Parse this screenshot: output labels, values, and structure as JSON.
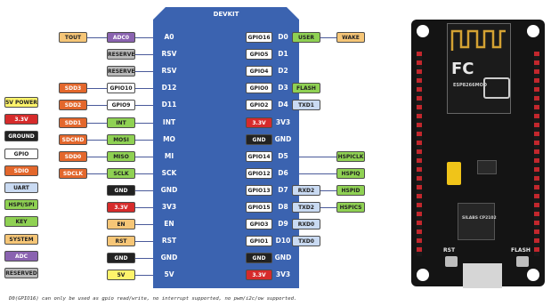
{
  "colors": {
    "white": "#ffffff",
    "yellow": "#fef36b",
    "gray": "#b9b9b9",
    "red": "#d62b2b",
    "black": "#222222",
    "navy": "#0f1c4d",
    "orange": "#e3672c",
    "mauve": "#c9909e",
    "green": "#8fd153",
    "gold": "#f6c677",
    "purple": "#8a63b0",
    "ltblue": "#c9daf2",
    "board": "#3b63b0"
  },
  "board": {
    "title": "DEVKIT",
    "left_pins": [
      "A0",
      "RSV",
      "RSV",
      "D12",
      "D11",
      "INT",
      "MO",
      "MI",
      "SCK",
      "GND",
      "3V3",
      "EN",
      "RST",
      "GND",
      "5V"
    ],
    "right_pins": [
      "D0",
      "D1",
      "D2",
      "D3",
      "D4",
      "3V3",
      "GND",
      "D5",
      "D6",
      "D7",
      "D8",
      "D9",
      "D10",
      "GND",
      "3V3"
    ]
  },
  "legend": [
    {
      "label": "5V POWER",
      "color": "yellow"
    },
    {
      "label": "3.3V",
      "color": "red"
    },
    {
      "label": "GROUND",
      "color": "black"
    },
    {
      "label": "GPIO",
      "color": "white"
    },
    {
      "label": "SDIO",
      "color": "orange"
    },
    {
      "label": "UART",
      "color": "ltblue"
    },
    {
      "label": "HSPI/SPI",
      "color": "green"
    },
    {
      "label": "KEY",
      "color": "green"
    },
    {
      "label": "SYSTEM",
      "color": "gold"
    },
    {
      "label": "ADC",
      "color": "purple"
    },
    {
      "label": "RESERVED",
      "color": "gray"
    }
  ],
  "left_tags": [
    {
      "row": 0,
      "col": 0,
      "label": "TOUT",
      "color": "gold"
    },
    {
      "row": 0,
      "col": 1,
      "label": "ADC0",
      "color": "purple"
    },
    {
      "row": 1,
      "col": 1,
      "label": "RESERVED",
      "color": "gray"
    },
    {
      "row": 2,
      "col": 1,
      "label": "RESERVED",
      "color": "gray"
    },
    {
      "row": 3,
      "col": 0,
      "label": "SDD3",
      "color": "orange"
    },
    {
      "row": 3,
      "col": 1,
      "label": "GPIO10",
      "color": "white"
    },
    {
      "row": 4,
      "col": 0,
      "label": "SDD2",
      "color": "orange"
    },
    {
      "row": 4,
      "col": 1,
      "label": "GPIO9",
      "color": "white"
    },
    {
      "row": 5,
      "col": 0,
      "label": "SDD1",
      "color": "orange"
    },
    {
      "row": 5,
      "col": 1,
      "label": "INT",
      "color": "green"
    },
    {
      "row": 6,
      "col": 0,
      "label": "SDCMD",
      "color": "orange"
    },
    {
      "row": 6,
      "col": 1,
      "label": "MOSI",
      "color": "green"
    },
    {
      "row": 7,
      "col": 0,
      "label": "SDD0",
      "color": "orange"
    },
    {
      "row": 7,
      "col": 1,
      "label": "MISO",
      "color": "green"
    },
    {
      "row": 8,
      "col": 0,
      "label": "SDCLK",
      "color": "orange"
    },
    {
      "row": 8,
      "col": 1,
      "label": "SCLK",
      "color": "green"
    },
    {
      "row": 9,
      "col": 1,
      "label": "GND",
      "color": "black"
    },
    {
      "row": 10,
      "col": 1,
      "label": "3.3V",
      "color": "red"
    },
    {
      "row": 11,
      "col": 1,
      "label": "EN",
      "color": "gold"
    },
    {
      "row": 12,
      "col": 1,
      "label": "RST",
      "color": "gold"
    },
    {
      "row": 13,
      "col": 1,
      "label": "GND",
      "color": "black"
    },
    {
      "row": 14,
      "col": 1,
      "label": "5V",
      "color": "yellow"
    }
  ],
  "right_tags": [
    {
      "row": 0,
      "col": 0,
      "label": "GPIO16",
      "color": "white"
    },
    {
      "row": 0,
      "col": 1,
      "label": "USER",
      "color": "green"
    },
    {
      "row": 0,
      "col": 2,
      "label": "WAKE",
      "color": "gold"
    },
    {
      "row": 1,
      "col": 0,
      "label": "GPIO5",
      "color": "white"
    },
    {
      "row": 2,
      "col": 0,
      "label": "GPIO4",
      "color": "white"
    },
    {
      "row": 3,
      "col": 0,
      "label": "GPIO0",
      "color": "white"
    },
    {
      "row": 3,
      "col": 1,
      "label": "FLASH",
      "color": "green"
    },
    {
      "row": 4,
      "col": 0,
      "label": "GPIO2",
      "color": "white"
    },
    {
      "row": 4,
      "col": 1,
      "label": "TXD1",
      "color": "ltblue"
    },
    {
      "row": 5,
      "col": 0,
      "label": "3.3V",
      "color": "red"
    },
    {
      "row": 6,
      "col": 0,
      "label": "GND",
      "color": "black"
    },
    {
      "row": 7,
      "col": 0,
      "label": "GPIO14",
      "color": "white"
    },
    {
      "row": 7,
      "col": 2,
      "label": "HSPICLK",
      "color": "green"
    },
    {
      "row": 8,
      "col": 0,
      "label": "GPIO12",
      "color": "white"
    },
    {
      "row": 8,
      "col": 2,
      "label": "HSPIQ",
      "color": "green"
    },
    {
      "row": 9,
      "col": 0,
      "label": "GPIO13",
      "color": "white"
    },
    {
      "row": 9,
      "col": 1,
      "label": "RXD2",
      "color": "ltblue"
    },
    {
      "row": 9,
      "col": 2,
      "label": "HSPID",
      "color": "green"
    },
    {
      "row": 10,
      "col": 0,
      "label": "GPIO15",
      "color": "white"
    },
    {
      "row": 10,
      "col": 1,
      "label": "TXD2",
      "color": "ltblue"
    },
    {
      "row": 10,
      "col": 2,
      "label": "HSPICS",
      "color": "green"
    },
    {
      "row": 11,
      "col": 0,
      "label": "GPIO3",
      "color": "white"
    },
    {
      "row": 11,
      "col": 1,
      "label": "RXD0",
      "color": "ltblue"
    },
    {
      "row": 12,
      "col": 0,
      "label": "GPIO1",
      "color": "white"
    },
    {
      "row": 12,
      "col": 1,
      "label": "TXD0",
      "color": "ltblue"
    },
    {
      "row": 13,
      "col": 0,
      "label": "GND",
      "color": "black"
    },
    {
      "row": 14,
      "col": 0,
      "label": "3.3V",
      "color": "red"
    }
  ],
  "footnote": "D0(GPIO16) can only be used as gpio read/write, no interrupt supported, no pwm/i2c/ow supported.",
  "photo": {
    "brand": "FC",
    "module": "ESP8266MOD",
    "chip": "SILABS CP2102",
    "rst_label": "RST",
    "flash_label": "FLASH"
  }
}
